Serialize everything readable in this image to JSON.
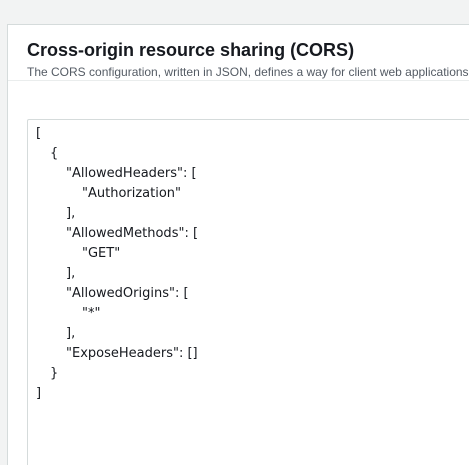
{
  "cors_panel": {
    "title": "Cross-origin resource sharing (CORS)",
    "description": "The CORS configuration, written in JSON, defines a way for client web applications"
  },
  "editor": {
    "lines": [
      "[",
      "{",
      "\"AllowedHeaders\": [",
      "\"Authorization\"",
      "],",
      "\"AllowedMethods\": [",
      "\"GET\"",
      "],",
      "\"AllowedOrigins\": [",
      "\"*\"",
      "],",
      "\"ExposeHeaders\": []",
      "}",
      "]"
    ]
  }
}
